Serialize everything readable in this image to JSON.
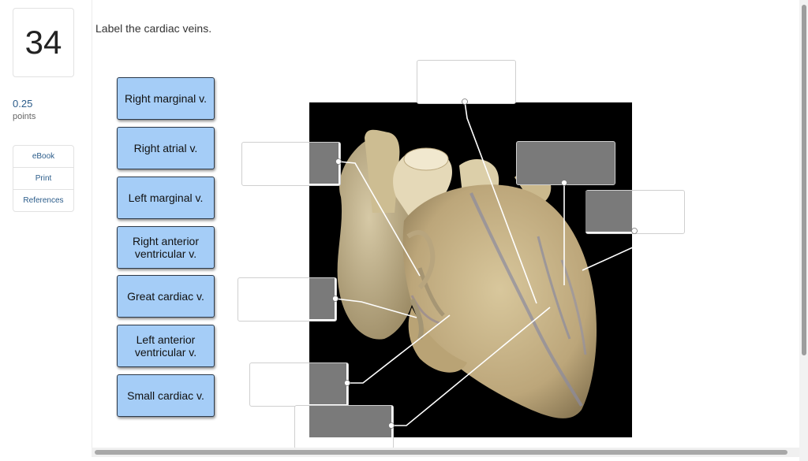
{
  "question": {
    "number": "34",
    "points_value": "0.25",
    "points_label": "points",
    "prompt": "Label the cardiac veins."
  },
  "sidebar": {
    "links": [
      "eBook",
      "Print",
      "References"
    ]
  },
  "labels": [
    "Right marginal v.",
    "Right atrial v.",
    "Left marginal v.",
    "Right anterior\nventricular v.",
    "Great cardiac v.",
    "Left anterior\nventricular v.",
    "Small cardiac v."
  ],
  "drop_targets": [
    {
      "id": "top",
      "value": ""
    },
    {
      "id": "upper-left",
      "value": ""
    },
    {
      "id": "upper-right",
      "value": ""
    },
    {
      "id": "right",
      "value": ""
    },
    {
      "id": "middle-left",
      "value": ""
    },
    {
      "id": "lower-left",
      "value": ""
    },
    {
      "id": "bottom",
      "value": ""
    }
  ],
  "colors": {
    "label_chip": "#a5cdf7",
    "image_background": "#000000",
    "heart_tissue": "#c9b68a",
    "drop_overlay": "#7a7a7a"
  }
}
